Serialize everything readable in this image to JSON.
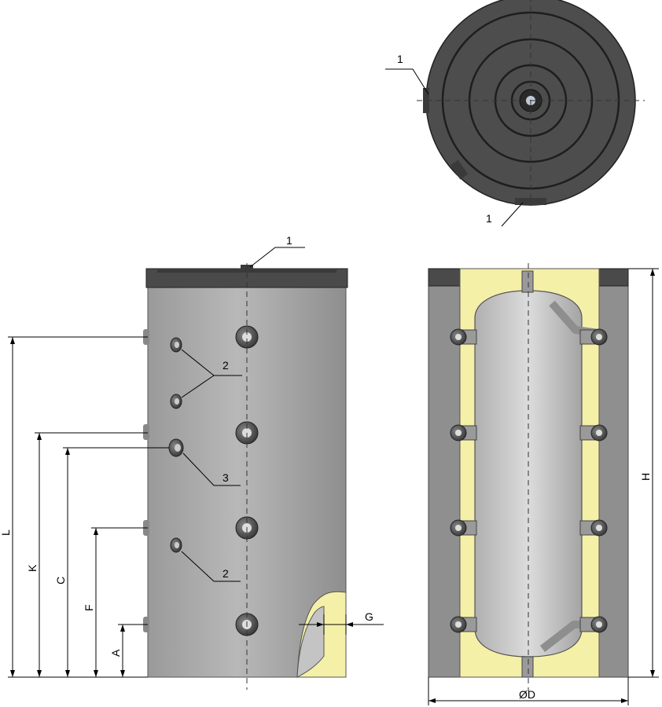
{
  "callouts": {
    "connection_1": "1",
    "probe_sleeve_2": "2",
    "sleeve_3": "3"
  },
  "dimensions": {
    "L": "L",
    "K": "K",
    "C": "C",
    "F": "F",
    "A": "A",
    "G": "G",
    "H": "H",
    "D": "ØD"
  },
  "colors": {
    "shell": "#a8a8a8",
    "cover": "#4a4a4a",
    "insulation": "#f5f0a8",
    "tank": "#c8c8c8",
    "port": "#5a5a5a"
  }
}
